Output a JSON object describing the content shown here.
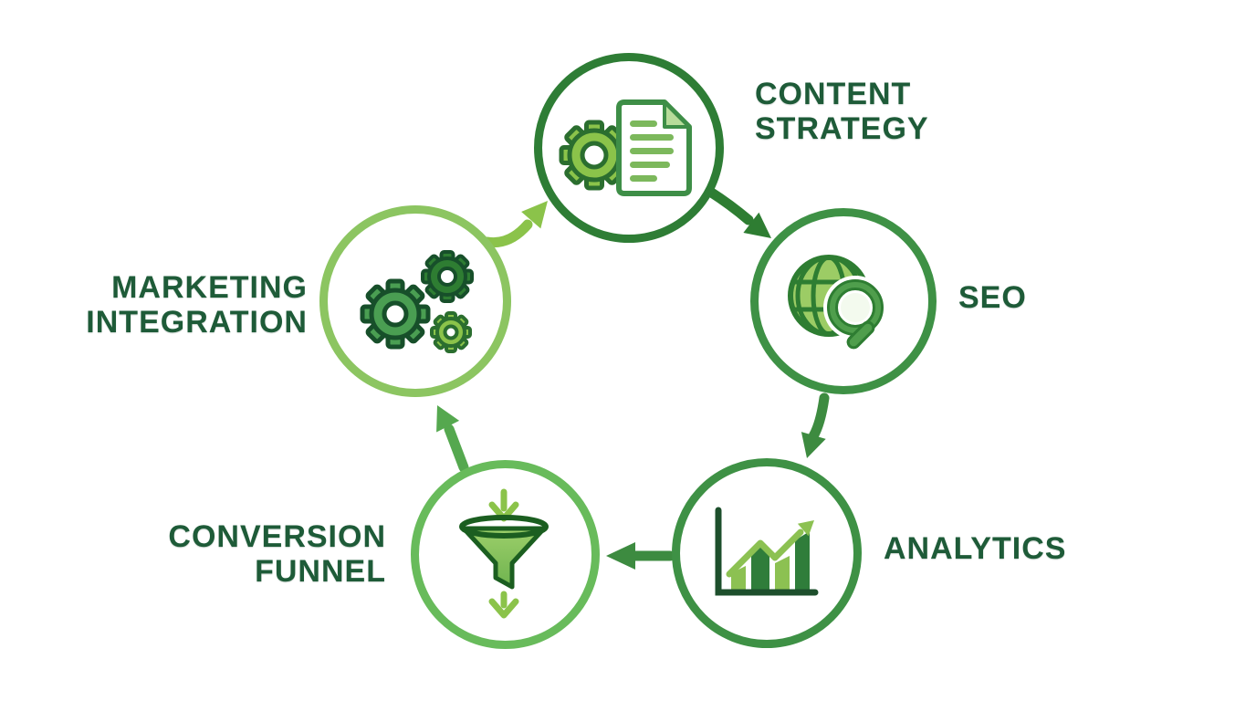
{
  "diagram": {
    "type": "marketing-cycle",
    "background_color": "#ffffff",
    "text_color": "#1e5b38",
    "palette": {
      "dark_green": "#2e7d32",
      "medium_green": "#3e9145",
      "light_green": "#8bc34a",
      "lime_green": "#8cc561",
      "leaf_green": "#68bb5b",
      "deep_green": "#1b5e20"
    },
    "nodes": [
      {
        "id": "content-strategy",
        "label_lines": [
          "CONTENT",
          "STRATEGY"
        ],
        "icon": "document-gear-icon",
        "ring_color": "#2e7d35"
      },
      {
        "id": "seo",
        "label_lines": [
          "SEO"
        ],
        "icon": "globe-magnifier-icon",
        "ring_color": "#3e9145"
      },
      {
        "id": "analytics",
        "label_lines": [
          "ANALYTICS"
        ],
        "icon": "growth-chart-icon",
        "ring_color": "#3e9145"
      },
      {
        "id": "conversion-funnel",
        "label_lines": [
          "CONVERSION",
          "FUNNEL"
        ],
        "icon": "funnel-icon",
        "ring_color": "#68bb5b"
      },
      {
        "id": "marketing-integration",
        "label_lines": [
          "MARKETING",
          "INTEGRATION"
        ],
        "icon": "gears-icon",
        "ring_color": "#8cc561"
      }
    ],
    "arrows": [
      {
        "from": "marketing-integration",
        "to": "content-strategy",
        "color": "#8bc34a"
      },
      {
        "from": "content-strategy",
        "to": "seo",
        "color": "#2e7d32"
      },
      {
        "from": "seo",
        "to": "analytics",
        "color": "#3d8b40"
      },
      {
        "from": "analytics",
        "to": "conversion-funnel",
        "color": "#3d8b40"
      },
      {
        "from": "conversion-funnel",
        "to": "marketing-integration",
        "color": "#55a84f"
      }
    ]
  }
}
